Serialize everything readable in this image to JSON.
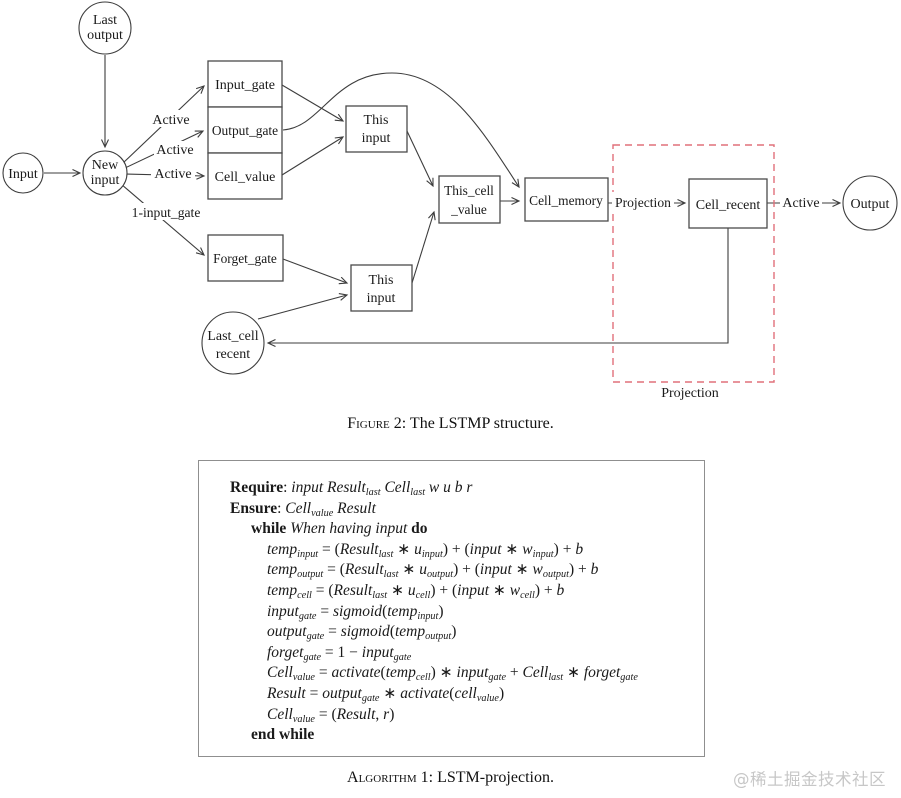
{
  "figure": {
    "caption_prefix": "Figure 2",
    "caption_rest": ": The LSTMP structure.",
    "nodes": {
      "last_output": {
        "line1": "Last",
        "line2": "output"
      },
      "input": {
        "label": "Input"
      },
      "new_input": {
        "line1": "New",
        "line2": "input"
      },
      "input_gate": {
        "label": "Input_gate"
      },
      "output_gate": {
        "label": "Output_gate"
      },
      "cell_value": {
        "label": "Cell_value"
      },
      "forget_gate": {
        "label": "Forget_gate"
      },
      "this_input_top": {
        "line1": "This",
        "line2": "input"
      },
      "this_input_bottom": {
        "line1": "This",
        "line2": "input"
      },
      "this_cell_value": {
        "line1": "This_cell",
        "line2": "_value"
      },
      "cell_memory": {
        "label": "Cell_memory"
      },
      "cell_recent": {
        "label": "Cell_recent"
      },
      "last_cell_recent": {
        "line1": "Last_cell",
        "line2": "recent"
      },
      "output": {
        "label": "Output"
      }
    },
    "edge_labels": {
      "active_input_gate": "Active",
      "active_output_gate": "Active",
      "active_cell_value": "Active",
      "one_minus_input_gate": "1-input_gate",
      "projection_mid": "Projection",
      "active_out": "Active",
      "projection_region": "Projection"
    },
    "colors": {
      "dashed_box": "#e0707a",
      "line": "#3d3d3d"
    }
  },
  "algorithm": {
    "caption_prefix": "Algorithm 1",
    "caption_rest": ": LSTM-projection.",
    "lines": [
      {
        "indent": 0,
        "parts": [
          [
            "b",
            "Require"
          ],
          [
            "n",
            ": "
          ],
          [
            "i",
            "input "
          ],
          [
            "i",
            "Result"
          ],
          [
            "sub",
            "last"
          ],
          [
            "i",
            " Cell"
          ],
          [
            "sub",
            "last"
          ],
          [
            "i",
            " w u b r"
          ]
        ]
      },
      {
        "indent": 0,
        "parts": [
          [
            "b",
            "Ensure"
          ],
          [
            "n",
            ": "
          ],
          [
            "i",
            "Cell"
          ],
          [
            "sub",
            "value"
          ],
          [
            "i",
            " Result"
          ]
        ]
      },
      {
        "indent": 1,
        "parts": [
          [
            "b",
            "while "
          ],
          [
            "i",
            "When having input "
          ],
          [
            "b",
            "do"
          ]
        ]
      },
      {
        "indent": 2,
        "parts": [
          [
            "i",
            "temp"
          ],
          [
            "sub",
            "input"
          ],
          [
            "n",
            " = ("
          ],
          [
            "i",
            "Result"
          ],
          [
            "sub",
            "last"
          ],
          [
            "n",
            " ∗ "
          ],
          [
            "i",
            "u"
          ],
          [
            "sub",
            "input"
          ],
          [
            "n",
            ") + ("
          ],
          [
            "i",
            "input"
          ],
          [
            "n",
            " ∗ "
          ],
          [
            "i",
            "w"
          ],
          [
            "sub",
            "input"
          ],
          [
            "n",
            ") + "
          ],
          [
            "i",
            "b"
          ]
        ]
      },
      {
        "indent": 2,
        "parts": [
          [
            "i",
            "temp"
          ],
          [
            "sub",
            "output"
          ],
          [
            "n",
            " = ("
          ],
          [
            "i",
            "Result"
          ],
          [
            "sub",
            "last"
          ],
          [
            "n",
            " ∗ "
          ],
          [
            "i",
            "u"
          ],
          [
            "sub",
            "output"
          ],
          [
            "n",
            ") + ("
          ],
          [
            "i",
            "input"
          ],
          [
            "n",
            " ∗ "
          ],
          [
            "i",
            "w"
          ],
          [
            "sub",
            "output"
          ],
          [
            "n",
            ") + "
          ],
          [
            "i",
            "b"
          ]
        ]
      },
      {
        "indent": 2,
        "parts": [
          [
            "i",
            "temp"
          ],
          [
            "sub",
            "cell"
          ],
          [
            "n",
            " = ("
          ],
          [
            "i",
            "Result"
          ],
          [
            "sub",
            "last"
          ],
          [
            "n",
            " ∗ "
          ],
          [
            "i",
            "u"
          ],
          [
            "sub",
            "cell"
          ],
          [
            "n",
            ") + ("
          ],
          [
            "i",
            "input"
          ],
          [
            "n",
            " ∗ "
          ],
          [
            "i",
            "w"
          ],
          [
            "sub",
            "cell"
          ],
          [
            "n",
            ") + "
          ],
          [
            "i",
            "b"
          ]
        ]
      },
      {
        "indent": 2,
        "parts": [
          [
            "i",
            "input"
          ],
          [
            "sub",
            "gate"
          ],
          [
            "n",
            " = "
          ],
          [
            "i",
            "sigmoid"
          ],
          [
            "n",
            "("
          ],
          [
            "i",
            "temp"
          ],
          [
            "sub",
            "input"
          ],
          [
            "n",
            ")"
          ]
        ]
      },
      {
        "indent": 2,
        "parts": [
          [
            "i",
            "output"
          ],
          [
            "sub",
            "gate"
          ],
          [
            "n",
            " = "
          ],
          [
            "i",
            "sigmoid"
          ],
          [
            "n",
            "("
          ],
          [
            "i",
            "temp"
          ],
          [
            "sub",
            "output"
          ],
          [
            "n",
            ")"
          ]
        ]
      },
      {
        "indent": 2,
        "parts": [
          [
            "i",
            "forget"
          ],
          [
            "sub",
            "gate"
          ],
          [
            "n",
            " = 1 − "
          ],
          [
            "i",
            "input"
          ],
          [
            "sub",
            "gate"
          ]
        ]
      },
      {
        "indent": 2,
        "parts": [
          [
            "i",
            "Cell"
          ],
          [
            "sub",
            "value"
          ],
          [
            "n",
            " = "
          ],
          [
            "i",
            "activate"
          ],
          [
            "n",
            "("
          ],
          [
            "i",
            "temp"
          ],
          [
            "sub",
            "cell"
          ],
          [
            "n",
            ") ∗ "
          ],
          [
            "i",
            "input"
          ],
          [
            "sub",
            "gate"
          ],
          [
            "n",
            " + "
          ],
          [
            "i",
            "Cell"
          ],
          [
            "sub",
            "last"
          ],
          [
            "n",
            " ∗ "
          ],
          [
            "i",
            "forget"
          ],
          [
            "sub",
            "gate"
          ]
        ]
      },
      {
        "indent": 2,
        "parts": [
          [
            "i",
            "Result"
          ],
          [
            "n",
            " = "
          ],
          [
            "i",
            "output"
          ],
          [
            "sub",
            "gate"
          ],
          [
            "n",
            " ∗ "
          ],
          [
            "i",
            "activate"
          ],
          [
            "n",
            "("
          ],
          [
            "i",
            "cell"
          ],
          [
            "sub",
            "value"
          ],
          [
            "n",
            ")"
          ]
        ]
      },
      {
        "indent": 2,
        "parts": [
          [
            "i",
            "Cell"
          ],
          [
            "sub",
            "value"
          ],
          [
            "n",
            " = ("
          ],
          [
            "i",
            "Result"
          ],
          [
            "n",
            ", "
          ],
          [
            "i",
            "r"
          ],
          [
            "n",
            ")"
          ]
        ]
      },
      {
        "indent": 1,
        "parts": [
          [
            "b",
            "end while"
          ]
        ]
      }
    ]
  },
  "watermark": "@稀土掘金技术社区"
}
